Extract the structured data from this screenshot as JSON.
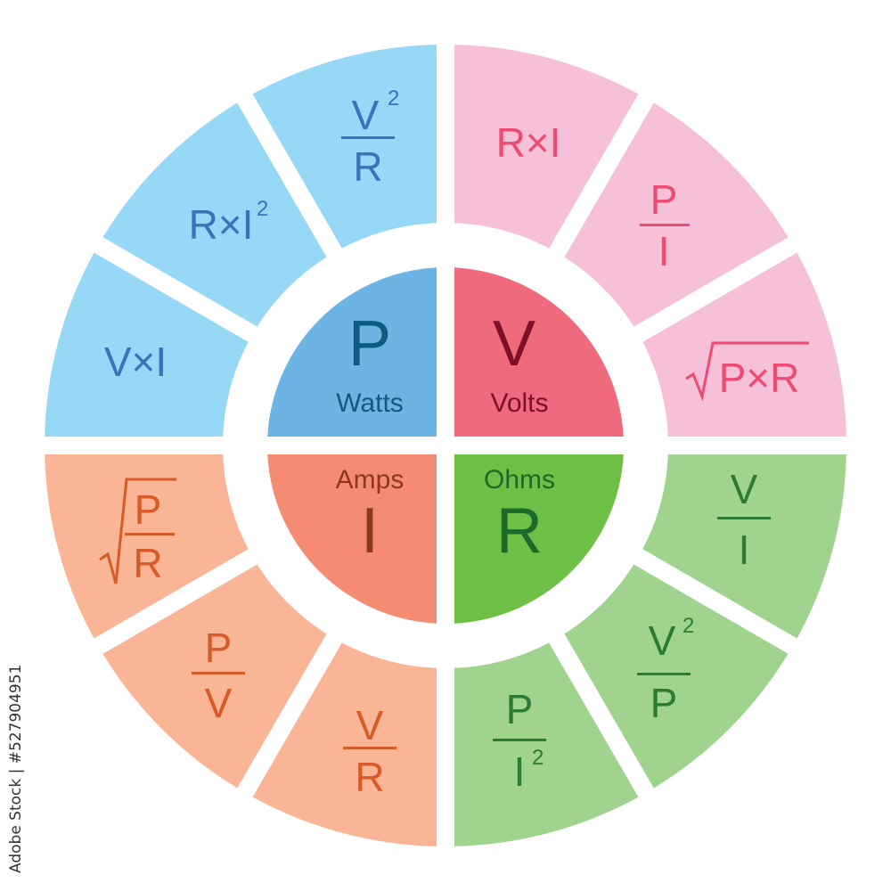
{
  "colors": {
    "power_outer": "#97d8f7",
    "power_inner": "#6cb4e4",
    "power_text": "#3a73b8",
    "power_letter": "#0f5a80",
    "voltage_outer": "#f6c0d9",
    "voltage_inner": "#ef6a7c",
    "voltage_text": "#ee4a72",
    "voltage_letter": "#7d0f2a",
    "current_outer": "#f9b596",
    "current_inner": "#f48b72",
    "current_text": "#d95a26",
    "current_letter": "#8a3a1a",
    "resistance_outer": "#a0d38e",
    "resistance_inner": "#6dbf45",
    "resistance_text": "#2b7a35",
    "resistance_letter": "#1a6a2a"
  },
  "center": {
    "power": {
      "symbol": "P",
      "unit": "Watts"
    },
    "voltage": {
      "symbol": "V",
      "unit": "Volts"
    },
    "current": {
      "symbol": "I",
      "unit": "Amps"
    },
    "resistance": {
      "symbol": "R",
      "unit": "Ohms"
    }
  },
  "formulas": {
    "power": [
      {
        "text": "V×I"
      },
      {
        "text": "R×I",
        "sup": "2"
      },
      {
        "num": "V",
        "num_sup": "2",
        "den": "R"
      }
    ],
    "voltage": [
      {
        "text": "R×I"
      },
      {
        "num": "P",
        "den": "I"
      },
      {
        "sqrt": "P×R"
      }
    ],
    "resistance": [
      {
        "num": "V",
        "den": "I"
      },
      {
        "num": "V",
        "num_sup": "2",
        "den": "P"
      },
      {
        "num": "P",
        "den": "I",
        "den_sup": "2"
      }
    ],
    "current": [
      {
        "num": "V",
        "den": "R"
      },
      {
        "num": "P",
        "den": "V"
      },
      {
        "sqrt_num": "P",
        "sqrt_den": "R"
      }
    ]
  },
  "watermark": "Adobe Stock | #527904951"
}
